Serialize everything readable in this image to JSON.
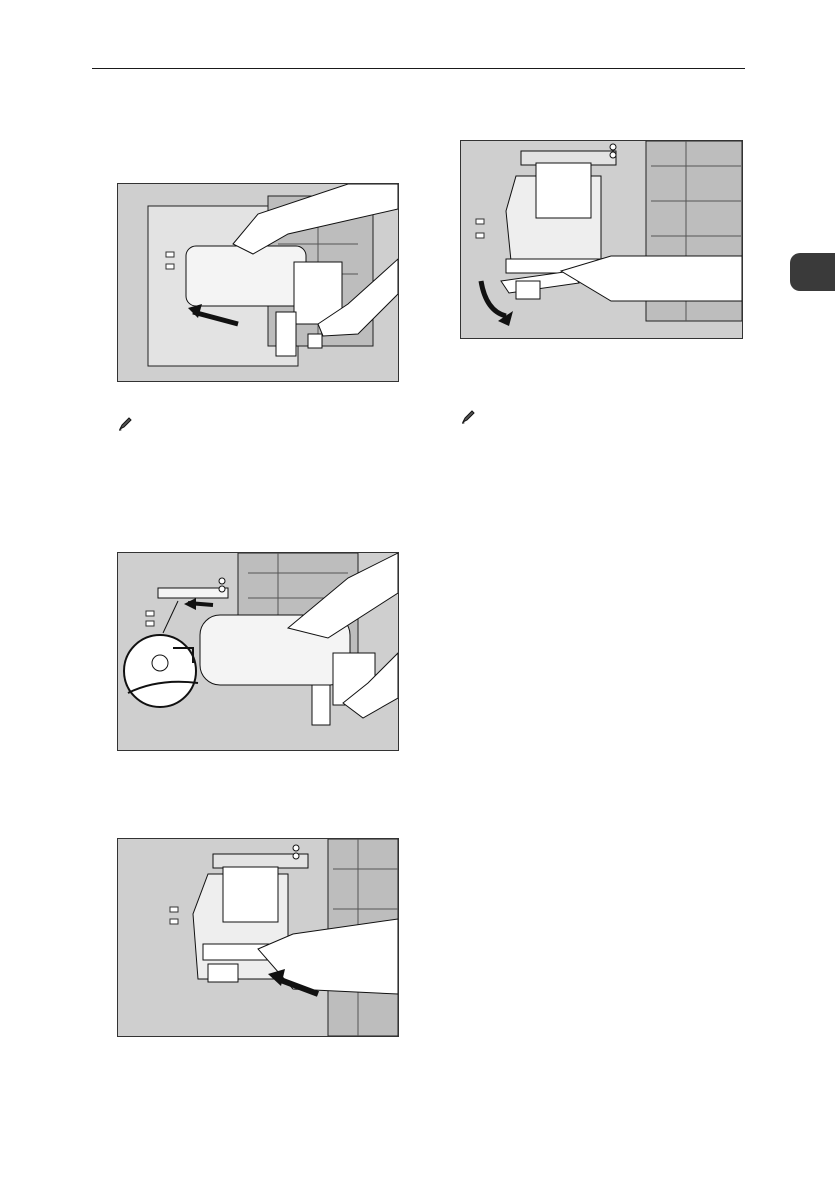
{
  "page": {
    "background": "#ffffff",
    "accent_tab_color": "#3a3a3a"
  },
  "figures": [
    {
      "id": "pull-out-unit",
      "depicts": "hands-pulling-unit-out-arrow"
    },
    {
      "id": "insert-unit-along-rail",
      "depicts": "hands-sliding-unit-onto-rail-with-magnified-detail"
    },
    {
      "id": "push-lever-in",
      "depicts": "hand-pushing-lever-arrow"
    },
    {
      "id": "turn-lever-down",
      "depicts": "hand-turning-lever-down-curved-arrow"
    }
  ],
  "icons": {
    "note_left": "pencil-note-icon",
    "note_right": "pencil-note-icon"
  }
}
